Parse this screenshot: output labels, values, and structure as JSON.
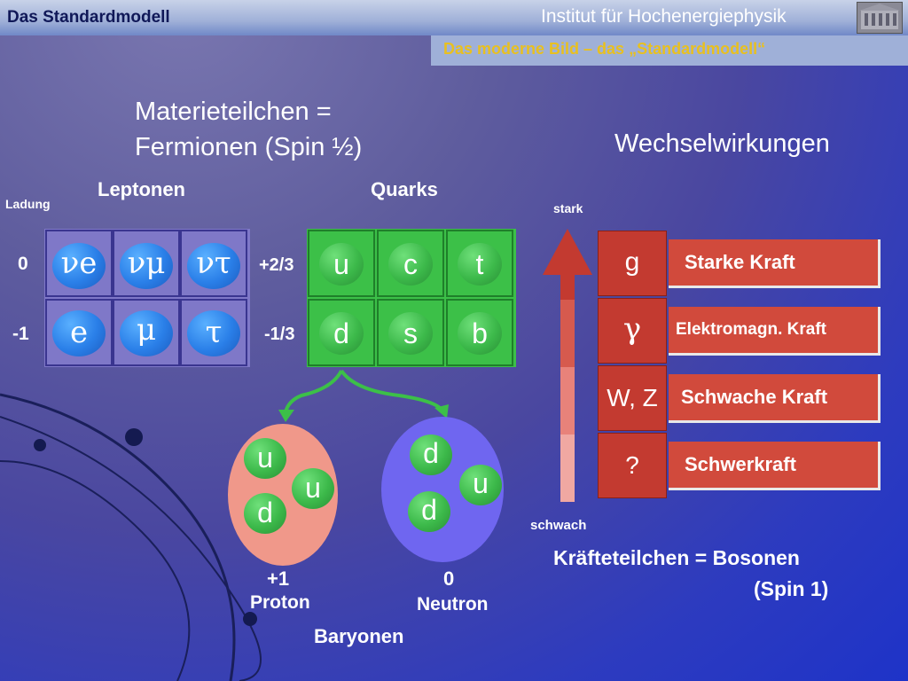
{
  "header": {
    "left_title": "Das Standardmodell",
    "institute": "Institut für Hochenergiephysik",
    "subtitle": "Das moderne Bild – das „Standardmodell“"
  },
  "matter": {
    "heading_line1": "Materieteilchen =",
    "heading_line2": "Fermionen (Spin ½)",
    "leptons_label": "Leptonen",
    "quarks_label": "Quarks",
    "charge_label": "Ladung",
    "lepton_charges": [
      "0",
      "-1"
    ],
    "quark_charges": [
      "+2/3",
      "-1/3"
    ],
    "leptons_row1": [
      "νe",
      "νμ",
      "ντ"
    ],
    "leptons_row2": [
      "e",
      "μ",
      "τ"
    ],
    "quarks_row1": [
      "u",
      "c",
      "t"
    ],
    "quarks_row2": [
      "d",
      "s",
      "b"
    ]
  },
  "baryons": {
    "proton": {
      "quarks": [
        "u",
        "u",
        "d"
      ],
      "charge": "+1",
      "name": "Proton"
    },
    "neutron": {
      "quarks": [
        "d",
        "u",
        "d"
      ],
      "charge": "0",
      "name": "Neutron"
    },
    "label": "Baryonen"
  },
  "interactions": {
    "heading": "Wechselwirkungen",
    "strong_label": "stark",
    "weak_label": "schwach",
    "bosons": [
      "g",
      "γ",
      "W, Z",
      "?"
    ],
    "forces": [
      "Starke Kraft",
      "Elektromagn. Kraft",
      "Schwache Kraft",
      "Schwerkraft"
    ],
    "footer_line1": "Kräfteteilchen = Bosonen",
    "footer_line2": "(Spin 1)"
  },
  "colors": {
    "quark_green": "#3cb94a",
    "lepton_blue": "#2a7fe8",
    "boson_red": "#c33a30",
    "proton_pink": "#f0988a",
    "neutron_violet": "#6f66f0"
  }
}
